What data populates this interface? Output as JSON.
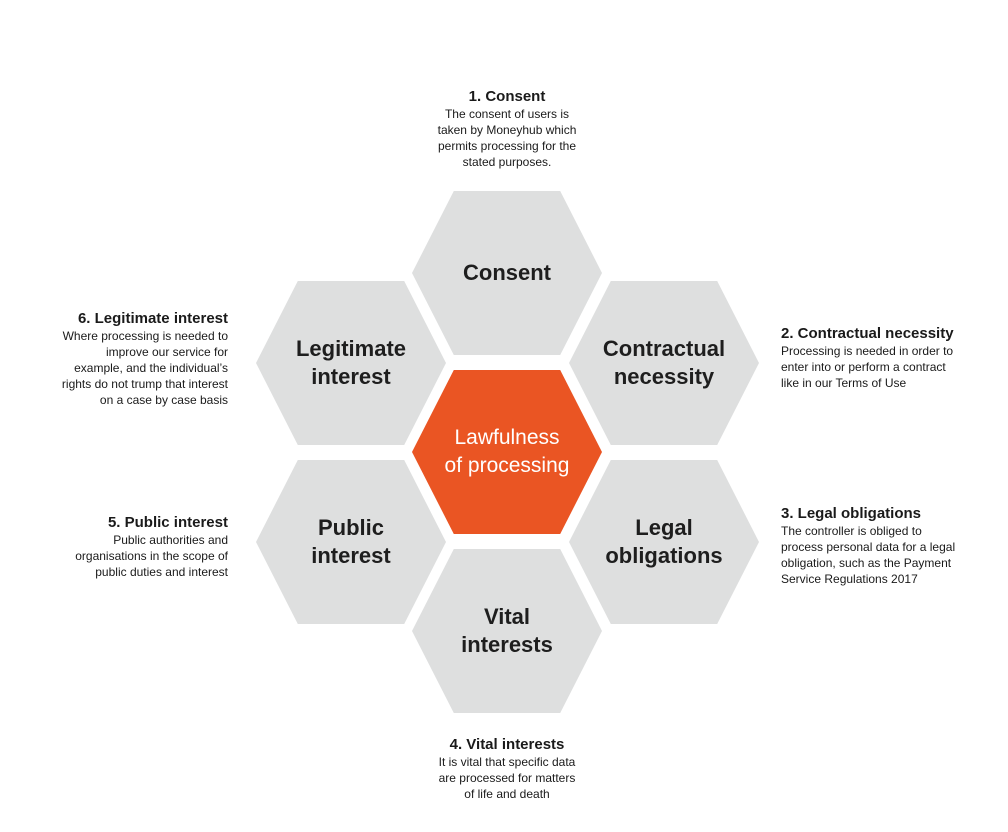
{
  "center": {
    "label": "Lawfulness\nof processing"
  },
  "hexagons": {
    "consent": "Consent",
    "contractual": "Contractual\nnecessity",
    "legal": "Legal\nobligations",
    "vital": "Vital\ninterests",
    "public": "Public\ninterest",
    "legitimate": "Legitimate\ninterest"
  },
  "descriptions": {
    "consent": {
      "title": "1. Consent",
      "body": "The consent of users is\ntaken by Moneyhub which\npermits processing for the\nstated purposes."
    },
    "contractual": {
      "title": "2. Contractual necessity",
      "body": "Processing is needed in order to\nenter into or perform a contract\nlike in our Terms of Use"
    },
    "legal": {
      "title": "3. Legal obligations",
      "body": "The controller is obliged to\nprocess personal data for a legal\nobligation, such as the Payment\nService Regulations 2017"
    },
    "vital": {
      "title": "4. Vital interests",
      "body": "It is vital that specific data\nare processed for matters\nof life and death"
    },
    "public": {
      "title": "5. Public interest",
      "body": "Public authorities and\norganisations in the scope of\npublic duties and interest"
    },
    "legitimate": {
      "title": "6. Legitimate interest",
      "body": "Where processing is needed to\nimprove our service for\nexample, and the individual’s\nrights do not trump that interest\non a case by case basis"
    }
  },
  "colors": {
    "hexagon": "#dedfdf",
    "center": "#ea5523",
    "text": "#1e1e1e",
    "center_text": "#ffffff"
  }
}
